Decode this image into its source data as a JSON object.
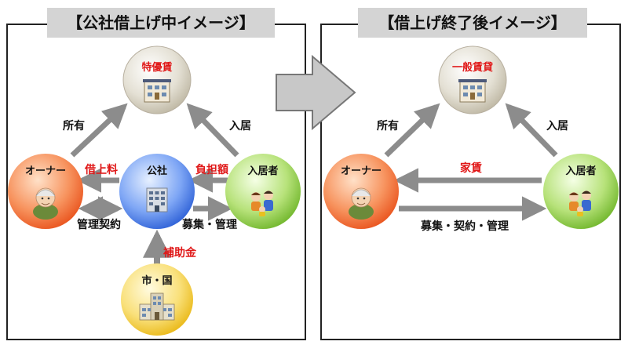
{
  "left": {
    "title": "【公社借上げ中イメージ】",
    "top_node": "特優賃",
    "owner": "オーナー",
    "corp": "公社",
    "resident": "入居者",
    "city": "市・国",
    "own": "所有",
    "move_in": "入居",
    "rent_borrow": "借上料",
    "burden": "負担額",
    "mgmt_contract": "管理契約",
    "recruit_mgmt": "募集・管理",
    "subsidy": "補助金"
  },
  "right": {
    "title": "【借上げ終了後イメージ】",
    "top_node": "一般賃貸",
    "owner": "オーナー",
    "resident": "入居者",
    "own": "所有",
    "move_in": "入居",
    "rent": "家賃",
    "recruit_contract_mgmt": "募集・契約・管理"
  },
  "colors": {
    "red_text": "#e01818",
    "arrow_gray": "#8c8c8c",
    "title_bg": "#d4d4d4",
    "owner_circle": "#f36a34",
    "corp_circle": "#3a6fe0",
    "resident_circle": "#7ec63a",
    "city_circle": "#f2c52a",
    "building_circle": "#cfc9b8"
  }
}
